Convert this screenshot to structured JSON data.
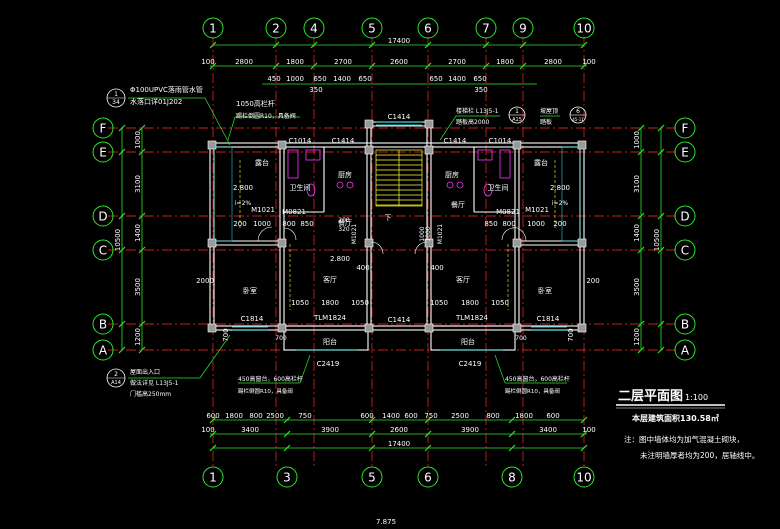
{
  "drawing": {
    "title": "二层平面图",
    "scale": "1:100",
    "area_label": "本层建筑面积130.58㎡",
    "note_line1": "注：图中墙体均为加气混凝土砌块，",
    "note_line2": "未注明墙厚者均为200，居轴线中。",
    "bottom_code": "7.875"
  },
  "colors": {
    "background": "#000000",
    "axis": "#ff2b2b",
    "dims": "#2ce62c",
    "wall": "#ffffff",
    "text": "#ffffff",
    "furniture": "#ff33ff",
    "stair": "#ffff33",
    "dashed": "#ffff33",
    "window": "#33ffff",
    "hatch": "#33cccc"
  },
  "axes": {
    "top": [
      "1",
      "2",
      "4",
      "5",
      "6",
      "7",
      "9",
      "10"
    ],
    "bottom": [
      "1",
      "3",
      "5",
      "6",
      "8",
      "10"
    ],
    "left": [
      "F",
      "E",
      "D",
      "C",
      "B",
      "A"
    ],
    "right": [
      "F",
      "E",
      "D",
      "C",
      "B",
      "A"
    ]
  },
  "dimensions": {
    "top_total": "17400",
    "top_row2": [
      "100",
      "2800",
      "1800",
      "2700",
      "2600",
      "2700",
      "1800",
      "2800",
      "100"
    ],
    "top_row3": [
      "450",
      "1000",
      "650",
      "1400",
      "650",
      "650",
      "1400",
      "650"
    ],
    "top_row3_small": [
      "350",
      "350"
    ],
    "bottom_row1": [
      "600",
      "1800",
      "800",
      "2500",
      "750",
      "600",
      "1400",
      "600",
      "750",
      "2500",
      "800",
      "1800",
      "600"
    ],
    "bottom_row2": [
      "100",
      "3400",
      "3900",
      "2600",
      "3900",
      "3400",
      "100"
    ],
    "bottom_total": "17400",
    "left_vert": [
      "1000",
      "3100",
      "1400",
      "3500",
      "1200"
    ],
    "left_total": "10500",
    "right_vert": [
      "1000",
      "3100",
      "1400",
      "3500",
      "1200"
    ],
    "right_total": "10500",
    "left_inner": [
      "2000",
      "700"
    ],
    "right_inner": [
      "200",
      "700"
    ]
  },
  "annotations": {
    "ref_circle_left": {
      "top": "1",
      "bottom": "34"
    },
    "ref_circle_left_text1": "Φ100UPVC落雨管水管",
    "ref_circle_left_text2": "水落口详01J202",
    "rail_top_left1": "1050高栏杆",
    "rail_top_left2": "踢栏倒圆R10，具备阀",
    "ref_top_right": {
      "top": "1",
      "bottom": "A15"
    },
    "rail_top_right1": "楼梯栏 L13J5-1",
    "rail_top_right2": "踏板高2000",
    "ref_top_right2": {
      "top": "6",
      "bottom": "45-11"
    },
    "roof_text1": "坡屋顶",
    "roof_text2": "踏板",
    "ref_bottom_left": {
      "top": "2",
      "bottom": "A14"
    },
    "roof_entry1": "屋面出入口",
    "roof_entry2": "做法详见 L13J5-1",
    "roof_entry3": "门槛高250mm",
    "rail_bottom_left1": "450高窗台，600高栏杆",
    "rail_bottom_left2": "踢栏倒圆R10，具备阀",
    "rail_bottom_right1": "450高窗台，600高栏杆",
    "rail_bottom_right2": "踢栏倒圆R10，具备阀"
  },
  "rooms": [
    {
      "id": "balcony-l",
      "label": "露台"
    },
    {
      "id": "bath-l",
      "label": "卫生间"
    },
    {
      "id": "kitchen-l",
      "label": "厨房"
    },
    {
      "id": "dining-l",
      "label": "餐厅"
    },
    {
      "id": "living-l",
      "label": "客厅"
    },
    {
      "id": "bedroom-l",
      "label": "卧室"
    },
    {
      "id": "yang-l",
      "label": "阳台"
    },
    {
      "id": "kitchen-r",
      "label": "厨房"
    },
    {
      "id": "bath-r",
      "label": "卫生间"
    },
    {
      "id": "balcony-r",
      "label": "露台"
    },
    {
      "id": "dining-r",
      "label": "餐厅"
    },
    {
      "id": "living-r",
      "label": "客厅"
    },
    {
      "id": "bedroom-r",
      "label": "卧室"
    },
    {
      "id": "yang-r",
      "label": "阳台"
    }
  ],
  "openings": {
    "c1414_top": "C1414",
    "c1014_l": "C1014",
    "c1414_l": "C1414",
    "c1414_r": "C1414",
    "c1014_r": "C1014",
    "m1021_l": "M1021",
    "m0821_l": "M0821",
    "m1021_l2": "M1021",
    "m1021_r2": "M1021",
    "m0821_r": "M0821",
    "m1021_r": "M1021",
    "c1814_l": "C1814",
    "tlm_l": "TLM1824",
    "c1414_mid": "C1414",
    "tlm_r": "TLM1824",
    "c1814_r": "C1814",
    "c2419_l": "C2419",
    "c2419_r": "C2419"
  },
  "inner_dims": {
    "d_1000_l": "1000",
    "d_800_l": "800",
    "d_850_l": "850",
    "d_200_l": "200",
    "d_1000_r": "1000",
    "d_800_r": "800",
    "d_850_r": "850",
    "d_200_r": "200",
    "d_1050_l1": "1050",
    "d_1800_l": "1800",
    "d_1050_l2": "1050",
    "d_1050_r1": "1050",
    "d_1800_r": "1800",
    "d_1050_r2": "1050",
    "d_400_l": "400",
    "d_400_r": "400",
    "d_2800_a": "2.800",
    "d_2800_b": "2.800",
    "d_2800_c": "2.800",
    "slope_l": "i=2%",
    "slope_r": "i=2%",
    "stair_dn": "下",
    "d_320_a": "200",
    "d_320_b": "320",
    "d_1021_l": "M1021",
    "d_1021_r": "M1021",
    "d_1000_mid": "1000",
    "d_1000_mid2": "1000",
    "d_700_l": "700",
    "d_700_r": "700"
  }
}
